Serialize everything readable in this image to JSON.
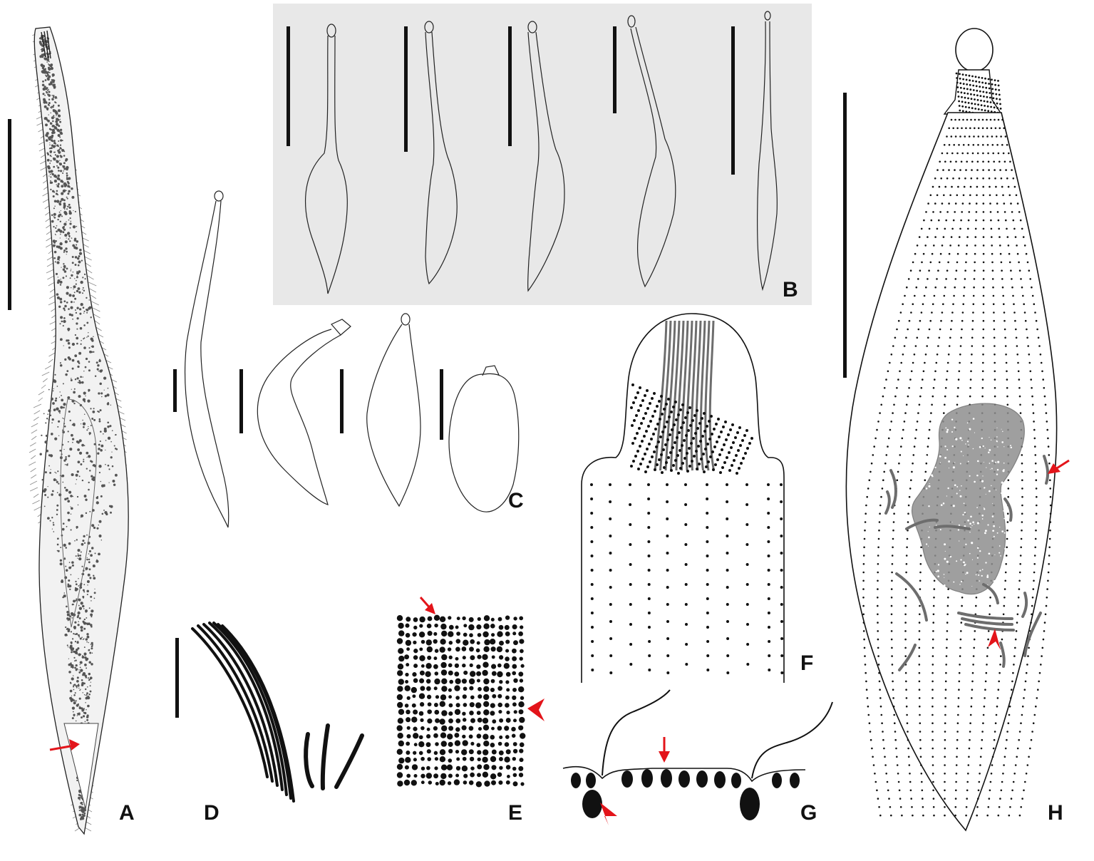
{
  "figure": {
    "panels": [
      {
        "id": "A",
        "label": "A"
      },
      {
        "id": "B",
        "label": "B"
      },
      {
        "id": "C",
        "label": "C"
      },
      {
        "id": "D",
        "label": "D"
      },
      {
        "id": "E",
        "label": "E"
      },
      {
        "id": "F",
        "label": "F"
      },
      {
        "id": "G",
        "label": "G"
      },
      {
        "id": "H",
        "label": "H"
      }
    ],
    "colors": {
      "line": "#111111",
      "panel_b_background": "#e8e8e8",
      "cilia_gray": "#6d6d6d",
      "nucleus_fill": "#8f8f8f",
      "arrow": "#e3141a",
      "stipple": "#555555"
    },
    "icons": {
      "pointer": "red-arrow-icon",
      "arrowhead": "red-arrowhead-icon",
      "scale": "scale-bar-icon"
    }
  }
}
